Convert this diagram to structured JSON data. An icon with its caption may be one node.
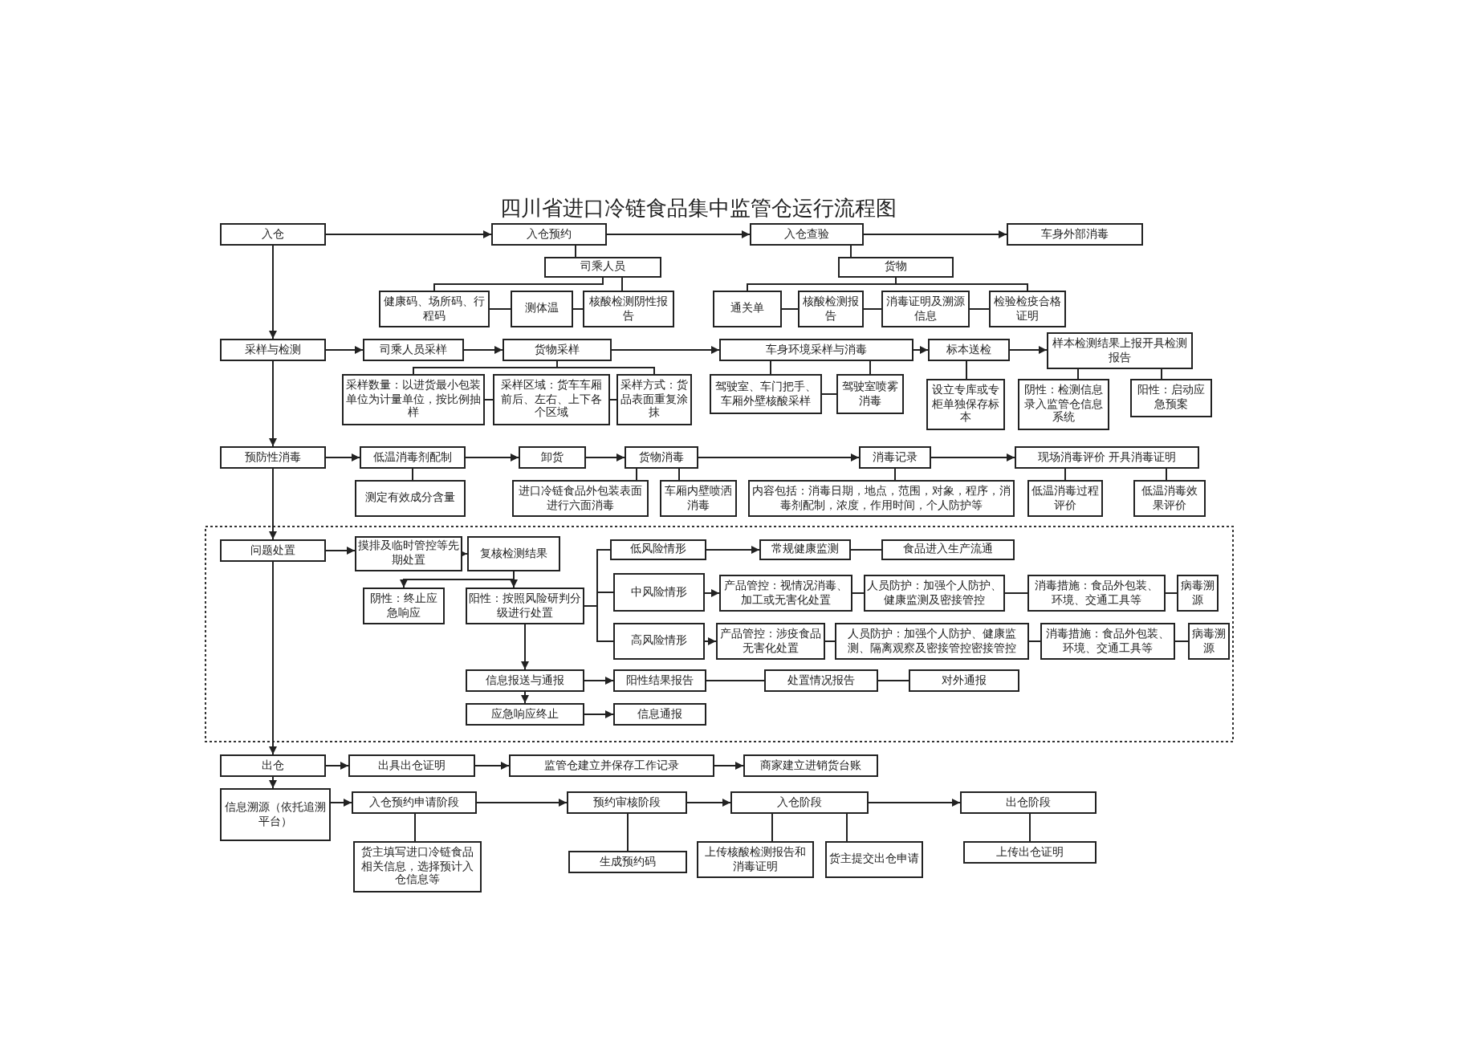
{
  "diagram": {
    "title": "四川省进口冷链食品集中监管仓运行流程图",
    "nodes": [
      {
        "text": [
          "入仓"
        ]
      },
      {
        "text": [
          "入仓预约"
        ]
      },
      {
        "text": [
          "入仓查验"
        ]
      },
      {
        "text": [
          "车身外部消毒"
        ]
      },
      {
        "text": [
          "司乘人员"
        ]
      },
      {
        "text": [
          "健康码、场所码、行程码"
        ]
      },
      {
        "text": [
          "测体温"
        ]
      },
      {
        "text": [
          "核酸检测阴性报告"
        ]
      },
      {
        "text": [
          "货物"
        ]
      },
      {
        "text": [
          "通关单"
        ]
      },
      {
        "text": [
          "核酸检测报告"
        ]
      },
      {
        "text": [
          "消毒证明及溯源信息"
        ]
      },
      {
        "text": [
          "检验检疫合格证明"
        ]
      },
      {
        "text": [
          "采样与检测"
        ]
      },
      {
        "text": [
          "司乘人员采样"
        ]
      },
      {
        "text": [
          "货物采样"
        ]
      },
      {
        "text": [
          "车身环境采样与消毒"
        ]
      },
      {
        "text": [
          "标本送检"
        ]
      },
      {
        "text": [
          "样本检测结果上报开具检测报告"
        ]
      },
      {
        "text": [
          "采样数量：以进货最小包装单位为计量单位，按比例抽样"
        ]
      },
      {
        "text": [
          "采样区域：货车车厢前后、左右、上下各个区域"
        ]
      },
      {
        "text": [
          "采样方式：货品表面重复涂抹"
        ]
      },
      {
        "text": [
          "驾驶室、车门把手、车厢外壁核酸采样"
        ]
      },
      {
        "text": [
          "驾驶室喷雾消毒"
        ]
      },
      {
        "text": [
          "设立专库或专柜单独保存标本"
        ]
      },
      {
        "text": [
          "阴性：检测信息录入监管仓信息系统"
        ]
      },
      {
        "text": [
          "阳性：启动应急预案"
        ]
      },
      {
        "text": [
          "预防性消毒"
        ]
      },
      {
        "text": [
          "低温消毒剂配制"
        ]
      },
      {
        "text": [
          "卸货"
        ]
      },
      {
        "text": [
          "货物消毒"
        ]
      },
      {
        "text": [
          "消毒记录"
        ]
      },
      {
        "text": [
          "现场消毒评价 开具消毒证明"
        ]
      },
      {
        "text": [
          "测定有效成分含量"
        ]
      },
      {
        "text": [
          "进口冷链食品外包装表面进行六面消毒"
        ]
      },
      {
        "text": [
          "车厢内壁喷洒消毒"
        ]
      },
      {
        "text": [
          "内容包括：消毒日期，地点，范围，对象，程序，消毒剂配制，浓度，作用时间，个人防护等"
        ]
      },
      {
        "text": [
          "低温消毒过程评价"
        ]
      },
      {
        "text": [
          "低温消毒效果评价"
        ]
      },
      {
        "text": [
          "问题处置"
        ]
      },
      {
        "text": [
          "摸排及临时管控等先期处置"
        ]
      },
      {
        "text": [
          "复核检测结果"
        ]
      },
      {
        "text": [
          "阴性：终止应急响应"
        ]
      },
      {
        "text": [
          "阳性：按照风险研判分级进行处置"
        ]
      },
      {
        "text": [
          "低风险情形"
        ]
      },
      {
        "text": [
          "常规健康监测"
        ]
      },
      {
        "text": [
          "食品进入生产流通"
        ]
      },
      {
        "text": [
          "中风险情形"
        ]
      },
      {
        "text": [
          "产品管控：视情况消毒、加工或无害化处置"
        ]
      },
      {
        "text": [
          "人员防护：加强个人防护、健康监测及密接管控"
        ]
      },
      {
        "text": [
          "消毒措施：食品外包装、环境、交通工具等"
        ]
      },
      {
        "text": [
          "病毒溯源"
        ]
      },
      {
        "text": [
          "高风险情形"
        ]
      },
      {
        "text": [
          "产品管控：涉疫食品无害化处置"
        ]
      },
      {
        "text": [
          "人员防护：加强个人防护、健康监测、隔离观察及密接管控密接管控"
        ]
      },
      {
        "text": [
          "消毒措施：食品外包装、环境、交通工具等"
        ]
      },
      {
        "text": [
          "病毒溯源"
        ]
      },
      {
        "text": [
          "信息报送与通报"
        ]
      },
      {
        "text": [
          "阳性结果报告"
        ]
      },
      {
        "text": [
          "处置情况报告"
        ]
      },
      {
        "text": [
          "对外通报"
        ]
      },
      {
        "text": [
          "应急响应终止"
        ]
      },
      {
        "text": [
          "信息通报"
        ]
      },
      {
        "text": [
          "出仓"
        ]
      },
      {
        "text": [
          "出具出仓证明"
        ]
      },
      {
        "text": [
          "监管仓建立并保存工作记录"
        ]
      },
      {
        "text": [
          "商家建立进销货台账"
        ]
      },
      {
        "text": [
          "信息溯源（依托追溯平台）"
        ]
      },
      {
        "text": [
          "入仓预约申请阶段"
        ]
      },
      {
        "text": [
          "预约审核阶段"
        ]
      },
      {
        "text": [
          "入仓阶段"
        ]
      },
      {
        "text": [
          "出仓阶段"
        ]
      },
      {
        "text": [
          "货主填写进口冷链食品相关信息，选择预计入仓信息等"
        ]
      },
      {
        "text": [
          "生成预约码"
        ]
      },
      {
        "text": [
          "上传核酸检测报告和消毒证明"
        ]
      },
      {
        "text": [
          "货主提交出仓申请"
        ]
      },
      {
        "text": [
          "上传出仓证明"
        ]
      }
    ],
    "edges": [
      {
        "from": 0,
        "to": 13,
        "arrow": "to"
      },
      {
        "from": 13,
        "to": 27,
        "arrow": "to"
      },
      {
        "from": 27,
        "to": 39,
        "arrow": "to"
      },
      {
        "from": 39,
        "to": 63,
        "arrow": "to"
      },
      {
        "from": 63,
        "to": 67,
        "arrow": "to"
      },
      {
        "from": 0,
        "to": 1,
        "arrow": "to"
      },
      {
        "from": 1,
        "to": 2,
        "arrow": "to"
      },
      {
        "from": 2,
        "to": 3,
        "arrow": "to"
      },
      {
        "from": 1,
        "to": 4,
        "arrow": "none"
      },
      {
        "from": 4,
        "to": 5,
        "arrow": "none"
      },
      {
        "from": 4,
        "to": 7,
        "arrow": "none"
      },
      {
        "from": 5,
        "to": 6,
        "arrow": "none"
      },
      {
        "from": 6,
        "to": 7,
        "arrow": "none"
      },
      {
        "from": 2,
        "to": 8,
        "arrow": "none"
      },
      {
        "from": 8,
        "to": 9,
        "arrow": "none"
      },
      {
        "from": 8,
        "to": 12,
        "arrow": "none"
      },
      {
        "from": 9,
        "to": 10,
        "arrow": "none"
      },
      {
        "from": 10,
        "to": 11,
        "arrow": "none"
      },
      {
        "from": 11,
        "to": 12,
        "arrow": "none"
      },
      {
        "from": 13,
        "to": 14,
        "arrow": "to"
      },
      {
        "from": 14,
        "to": 15,
        "arrow": "to"
      },
      {
        "from": 15,
        "to": 16,
        "arrow": "to"
      },
      {
        "from": 16,
        "to": 17,
        "arrow": "to"
      },
      {
        "from": 17,
        "to": 18,
        "arrow": "to"
      },
      {
        "from": 15,
        "to": 19,
        "arrow": "none"
      },
      {
        "from": 15,
        "to": 21,
        "arrow": "none"
      },
      {
        "from": 19,
        "to": 20,
        "arrow": "none"
      },
      {
        "from": 20,
        "to": 21,
        "arrow": "none"
      },
      {
        "from": 16,
        "to": 22,
        "arrow": "none"
      },
      {
        "from": 16,
        "to": 23,
        "arrow": "none"
      },
      {
        "from": 22,
        "to": 23,
        "arrow": "none"
      },
      {
        "from": 17,
        "to": 24,
        "arrow": "none"
      },
      {
        "from": 18,
        "to": 25,
        "arrow": "none"
      },
      {
        "from": 18,
        "to": 26,
        "arrow": "none"
      },
      {
        "from": 27,
        "to": 28,
        "arrow": "to"
      },
      {
        "from": 28,
        "to": 29,
        "arrow": "to"
      },
      {
        "from": 29,
        "to": 30,
        "arrow": "to"
      },
      {
        "from": 30,
        "to": 31,
        "arrow": "to"
      },
      {
        "from": 31,
        "to": 32,
        "arrow": "to"
      },
      {
        "from": 28,
        "to": 33,
        "arrow": "none"
      },
      {
        "from": 30,
        "to": 34,
        "arrow": "none"
      },
      {
        "from": 30,
        "to": 35,
        "arrow": "none"
      },
      {
        "from": 31,
        "to": 36,
        "arrow": "none"
      },
      {
        "from": 32,
        "to": 37,
        "arrow": "none"
      },
      {
        "from": 32,
        "to": 38,
        "arrow": "none"
      },
      {
        "from": 39,
        "to": 40,
        "arrow": "to"
      },
      {
        "from": 40,
        "to": 41,
        "arrow": "to"
      },
      {
        "from": 41,
        "to": 42,
        "arrow": "to"
      },
      {
        "from": 41,
        "to": 43,
        "arrow": "to"
      },
      {
        "from": 43,
        "to": 44,
        "arrow": "none"
      },
      {
        "from": 43,
        "to": 47,
        "arrow": "none"
      },
      {
        "from": 43,
        "to": 52,
        "arrow": "none"
      },
      {
        "from": 44,
        "to": 45,
        "arrow": "to"
      },
      {
        "from": 45,
        "to": 46,
        "arrow": "none"
      },
      {
        "from": 47,
        "to": 48,
        "arrow": "to"
      },
      {
        "from": 48,
        "to": 49,
        "arrow": "none"
      },
      {
        "from": 49,
        "to": 50,
        "arrow": "none"
      },
      {
        "from": 50,
        "to": 51,
        "arrow": "none"
      },
      {
        "from": 52,
        "to": 53,
        "arrow": "to"
      },
      {
        "from": 53,
        "to": 54,
        "arrow": "none"
      },
      {
        "from": 54,
        "to": 55,
        "arrow": "none"
      },
      {
        "from": 55,
        "to": 56,
        "arrow": "none"
      },
      {
        "from": 43,
        "to": 57,
        "arrow": "to"
      },
      {
        "from": 57,
        "to": 58,
        "arrow": "to"
      },
      {
        "from": 58,
        "to": 59,
        "arrow": "none"
      },
      {
        "from": 59,
        "to": 60,
        "arrow": "none"
      },
      {
        "from": 57,
        "to": 61,
        "arrow": "to"
      },
      {
        "from": 61,
        "to": 62,
        "arrow": "to"
      },
      {
        "from": 63,
        "to": 64,
        "arrow": "to"
      },
      {
        "from": 64,
        "to": 65,
        "arrow": "to"
      },
      {
        "from": 65,
        "to": 66,
        "arrow": "to"
      },
      {
        "from": 67,
        "to": 68,
        "arrow": "to"
      },
      {
        "from": 68,
        "to": 69,
        "arrow": "to"
      },
      {
        "from": 69,
        "to": 70,
        "arrow": "to"
      },
      {
        "from": 70,
        "to": 71,
        "arrow": "to"
      },
      {
        "from": 68,
        "to": 72,
        "arrow": "none"
      },
      {
        "from": 69,
        "to": 73,
        "arrow": "none"
      },
      {
        "from": 70,
        "to": 74,
        "arrow": "none"
      },
      {
        "from": 70,
        "to": 75,
        "arrow": "none"
      },
      {
        "from": 71,
        "to": 76,
        "arrow": "none"
      }
    ]
  }
}
